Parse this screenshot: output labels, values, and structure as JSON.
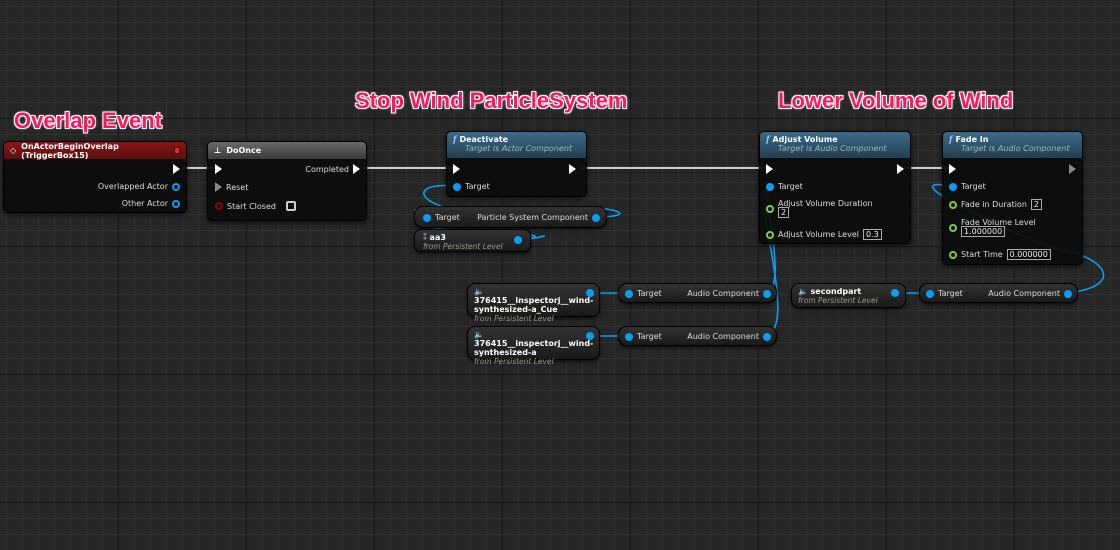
{
  "comments": {
    "overlap": "Overlap Event",
    "stop": "Stop Wind ParticleSystem",
    "lower": "Lower Volume of Wind"
  },
  "event": {
    "title": "OnActorBeginOverlap (TriggerBox15)",
    "pins": [
      "Overlapped Actor",
      "Other Actor"
    ]
  },
  "doonce": {
    "title": "DoOnce",
    "completed": "Completed",
    "reset": "Reset",
    "start_closed": "Start Closed"
  },
  "deactivate": {
    "title": "Deactivate",
    "subtitle": "Target is Actor Component",
    "target": "Target"
  },
  "psc_get": {
    "target": "Target",
    "output": "Particle System Component"
  },
  "aa3": {
    "name": "aa3",
    "sub": "from Persistent Level"
  },
  "adjust": {
    "title": "Adjust Volume",
    "subtitle": "Target is Audio Component",
    "target": "Target",
    "duration_label": "Adjust Volume Duration",
    "duration": "2",
    "level_label": "Adjust Volume Level",
    "level": "0.3"
  },
  "fadein": {
    "title": "Fade In",
    "subtitle": "Target is Audio Component",
    "target": "Target",
    "duration_label": "Fade in Duration",
    "duration": "2",
    "level_label": "Fade Volume Level",
    "level": "1.000000",
    "start_label": "Start Time",
    "start": "0.000000"
  },
  "cue1": {
    "name1": "376415__inspectorj__wind-",
    "name2": "synthesized-a_Cue",
    "sub": "from Persistent Level"
  },
  "cue2": {
    "name1": "376415__inspectorj__wind-",
    "name2": "synthesized-a",
    "sub": "from Persistent Level"
  },
  "second": {
    "name": "secondpart",
    "sub": "from Persistent Level"
  },
  "audio_get": {
    "target": "Target",
    "output": "Audio Component"
  },
  "colors": {
    "object_pin": "#0a9ef0",
    "float_pin": "#88cc33",
    "comment": "#ff1460"
  }
}
